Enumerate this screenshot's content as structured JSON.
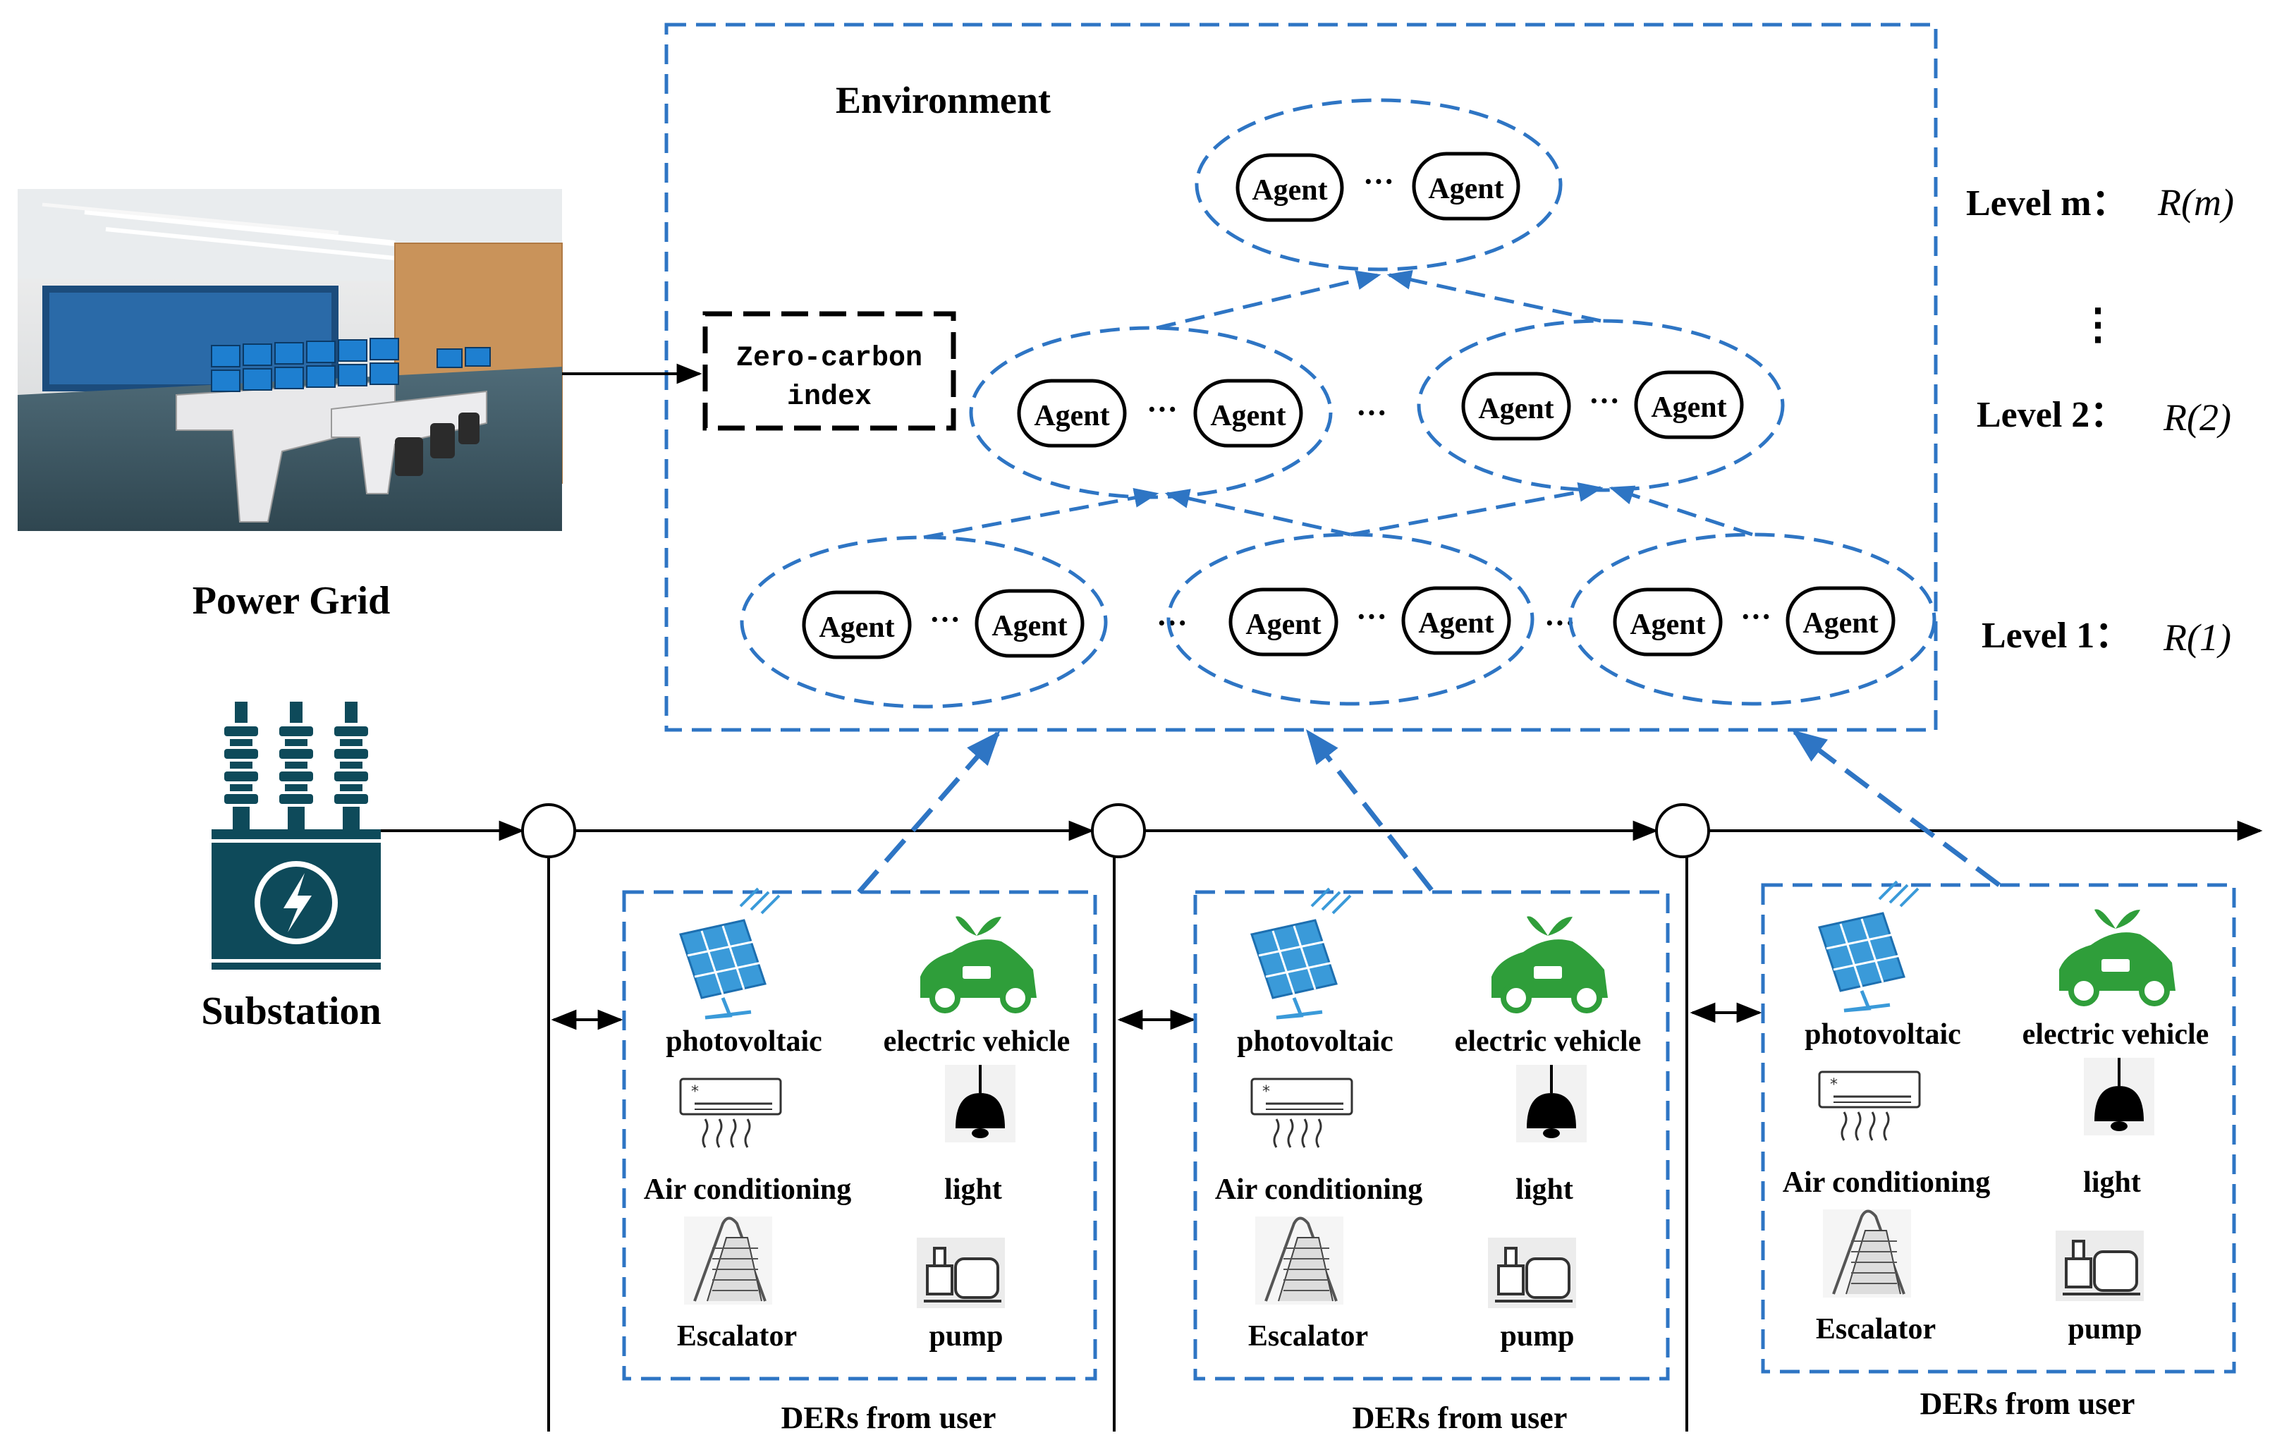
{
  "environment": {
    "title": "Environment",
    "agent_label": "Agent",
    "ellipsis": "···",
    "between_groups_ellipsis": "···"
  },
  "zero_carbon": {
    "line1": "Zero-carbon",
    "line2": "index"
  },
  "levels": [
    {
      "label": "Level m：",
      "reward": "R(m)"
    },
    {
      "label": "Level 2：",
      "reward": "R(2)"
    },
    {
      "label": "Level 1：",
      "reward": "R(1)"
    }
  ],
  "vertical_ellipsis": "⋮",
  "power_grid": {
    "label": "Power Grid"
  },
  "substation": {
    "label": "Substation"
  },
  "der_groups": [
    {
      "caption": "DERs from user",
      "items": [
        "photovoltaic",
        "electric vehicle",
        "Air conditioning",
        "light",
        "Escalator",
        "pump"
      ]
    },
    {
      "caption": "DERs from user",
      "items": [
        "photovoltaic",
        "electric vehicle",
        "Air conditioning",
        "light",
        "Escalator",
        "pump"
      ]
    },
    {
      "caption": "DERs from user",
      "items": [
        "photovoltaic",
        "electric vehicle",
        "Air conditioning",
        "light",
        "Escalator",
        "pump"
      ]
    }
  ],
  "colors": {
    "accent_blue": "#2e75c4",
    "substation_teal": "#0e4a5a",
    "ev_green": "#2f9e3a",
    "pv_blue": "#3a9ad9"
  },
  "icons": [
    "photovoltaic-panel-icon",
    "electric-car-icon",
    "air-conditioner-icon",
    "pendant-lamp-icon",
    "escalator-icon",
    "pump-icon",
    "substation-transformer-icon",
    "lightning-icon"
  ]
}
